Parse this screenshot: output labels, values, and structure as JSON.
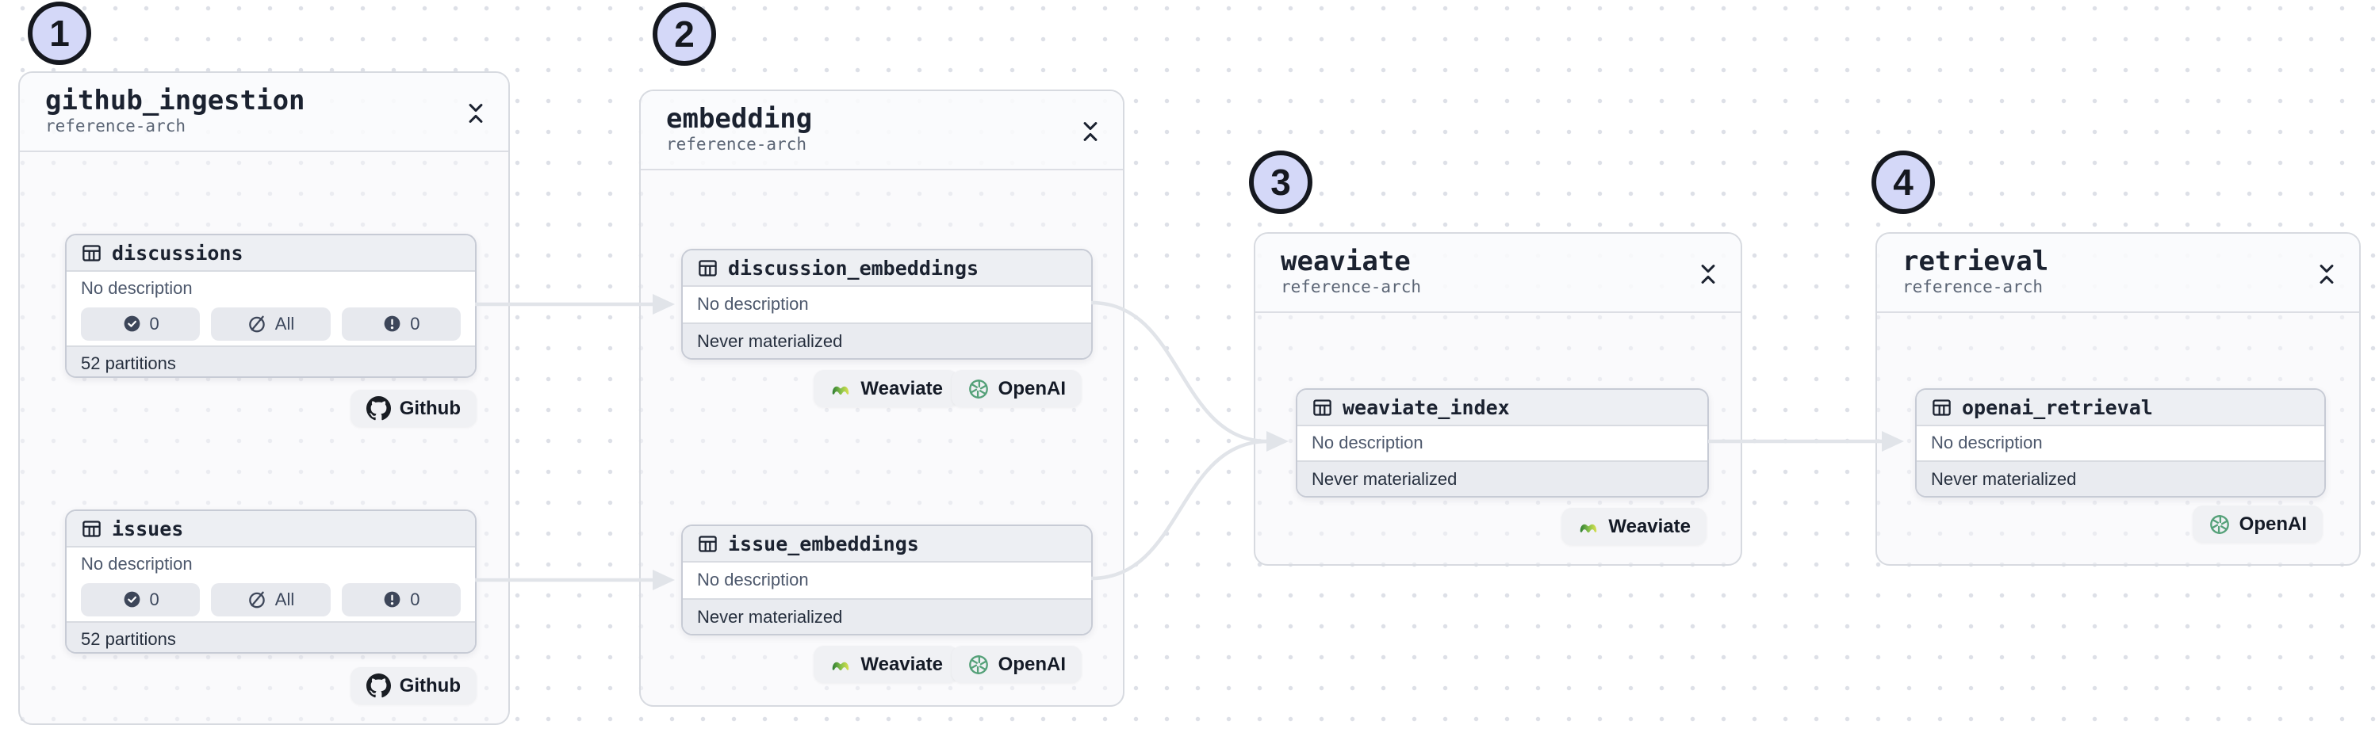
{
  "annotations": {
    "numbers": [
      "1",
      "2",
      "3",
      "4"
    ]
  },
  "groups": [
    {
      "title": "github_ingestion",
      "subtitle": "reference-arch",
      "cards": [
        {
          "name": "discussions",
          "description": "No description",
          "pills": [
            {
              "icon": "check-circle",
              "label": "0"
            },
            {
              "icon": "slash-circle",
              "label": "All"
            },
            {
              "icon": "alert-circle",
              "label": "0"
            }
          ],
          "footer": "52 partitions",
          "kinds": [
            "Github"
          ]
        },
        {
          "name": "issues",
          "description": "No description",
          "pills": [
            {
              "icon": "check-circle",
              "label": "0"
            },
            {
              "icon": "slash-circle",
              "label": "All"
            },
            {
              "icon": "alert-circle",
              "label": "0"
            }
          ],
          "footer": "52 partitions",
          "kinds": [
            "Github"
          ]
        }
      ]
    },
    {
      "title": "embedding",
      "subtitle": "reference-arch",
      "cards": [
        {
          "name": "discussion_embeddings",
          "description": "No description",
          "footer": "Never materialized",
          "kinds": [
            "Weaviate",
            "OpenAI"
          ]
        },
        {
          "name": "issue_embeddings",
          "description": "No description",
          "footer": "Never materialized",
          "kinds": [
            "Weaviate",
            "OpenAI"
          ]
        }
      ]
    },
    {
      "title": "weaviate",
      "subtitle": "reference-arch",
      "cards": [
        {
          "name": "weaviate_index",
          "description": "No description",
          "footer": "Never materialized",
          "kinds": [
            "Weaviate"
          ]
        }
      ]
    },
    {
      "title": "retrieval",
      "subtitle": "reference-arch",
      "cards": [
        {
          "name": "openai_retrieval",
          "description": "No description",
          "footer": "Never materialized",
          "kinds": [
            "OpenAI"
          ]
        }
      ]
    }
  ],
  "colors": {
    "edge": "#e1e4e9",
    "annotation_fill": "#d4d8f8",
    "annotation_border": "#15181f",
    "github_icon": "#191d23",
    "openai_green": "#55a179",
    "weaviate_green": "#2e7d32",
    "weaviate_yellow": "#d9e04f",
    "pill_icon": "#3d4659"
  }
}
